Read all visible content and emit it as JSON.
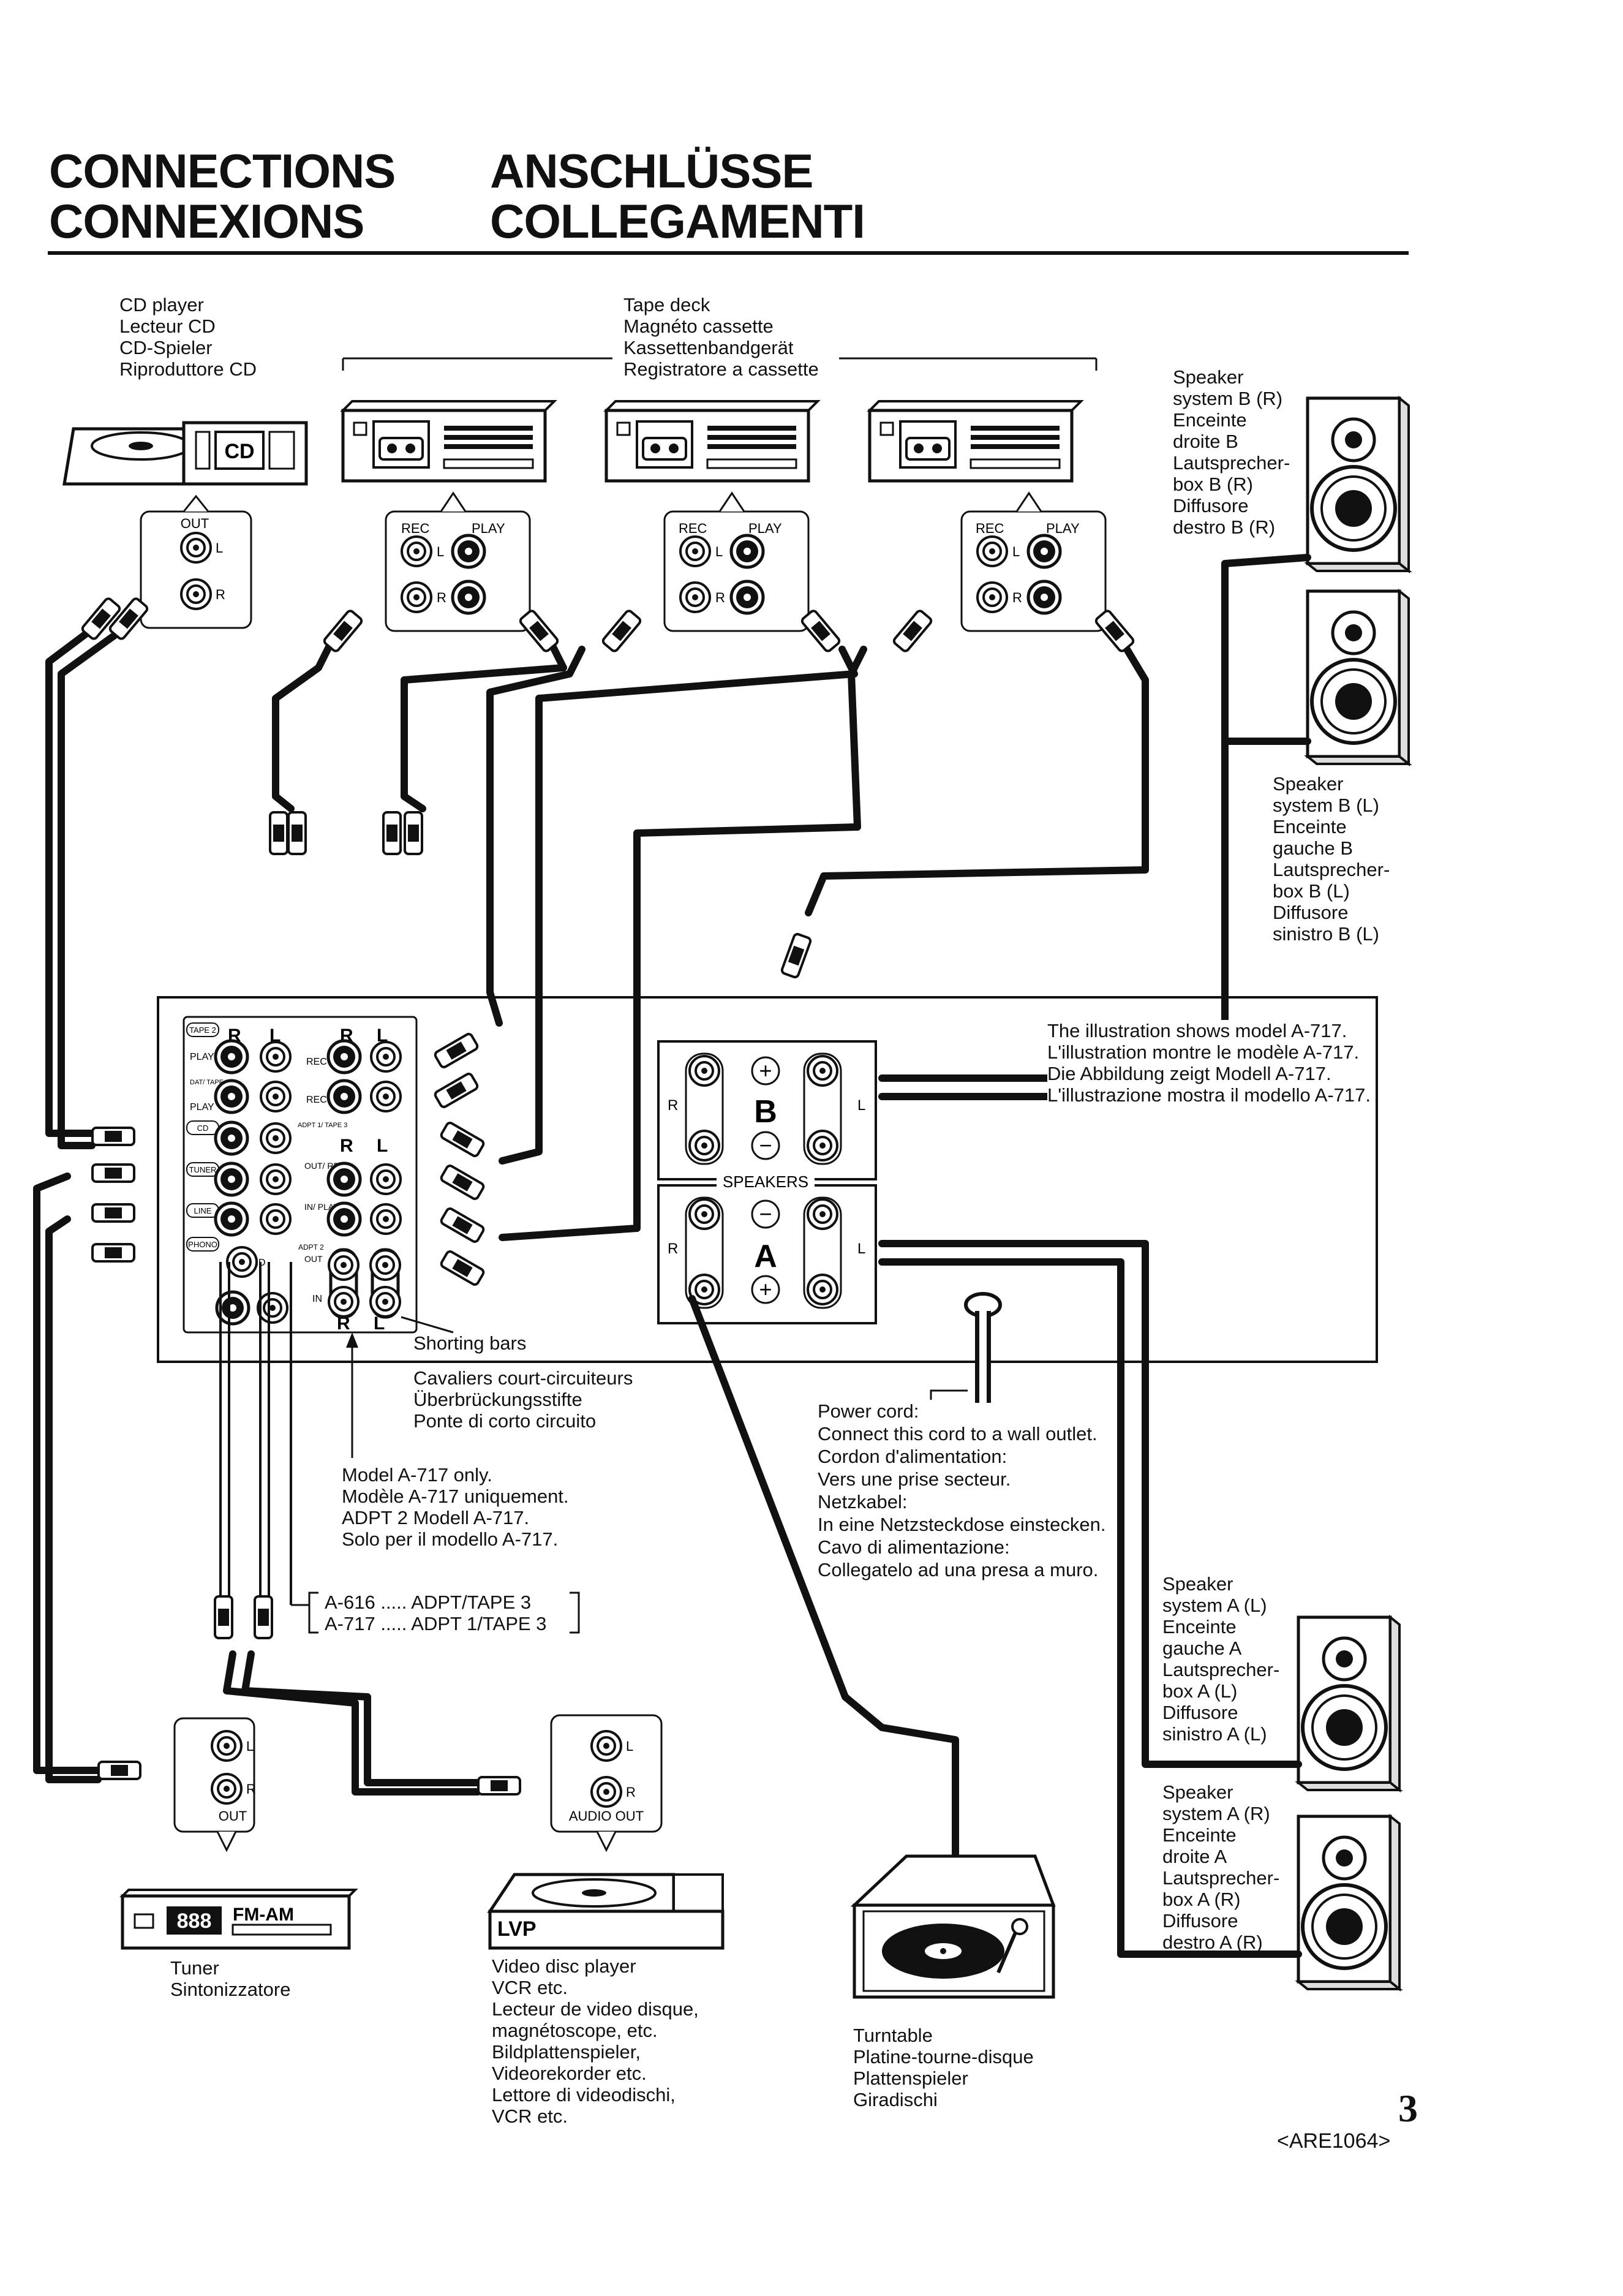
{
  "header": {
    "title_en": "CONNECTIONS",
    "title_fr": "CONNEXIONS",
    "title_de": "ANSCHLÜSSE",
    "title_it": "COLLEGAMENTI"
  },
  "cd_player": {
    "lines": [
      "CD player",
      "Lecteur CD",
      "CD-Spieler",
      "Riproduttore CD"
    ],
    "badge": "CD",
    "jack_out": "OUT",
    "jack_l": "L",
    "jack_r": "R"
  },
  "tape_deck": {
    "lines": [
      "Tape deck",
      "Magnéto cassette",
      "Kassettenbandgerät",
      "Registratore a cassette"
    ],
    "rec": "REC",
    "play": "PLAY",
    "l": "L",
    "r": "R"
  },
  "speaker_b_r": {
    "lines": [
      "Speaker",
      "system B (R)",
      "Enceinte",
      "droite B",
      "Lautsprecher-",
      "box B (R)",
      "Diffusore",
      "destro B (R)"
    ]
  },
  "speaker_b_l": {
    "lines": [
      "Speaker",
      "system B (L)",
      "Enceinte",
      "gauche B",
      "Lautsprecher-",
      "box B (L)",
      "Diffusore",
      "sinistro B (L)"
    ]
  },
  "speaker_a_l": {
    "lines": [
      "Speaker",
      "system A (L)",
      "Enceinte",
      "gauche A",
      "Lautsprecher-",
      "box A (L)",
      "Diffusore",
      "sinistro A (L)"
    ]
  },
  "speaker_a_r": {
    "lines": [
      "Speaker",
      "system A (R)",
      "Enceinte",
      "droite A",
      "Lautsprecher-",
      "box A (R)",
      "Diffusore",
      "destro A (R)"
    ]
  },
  "model_note": {
    "lines": [
      "The illustration shows model A-717.",
      "L'illustration montre le modèle A-717.",
      "Die Abbildung zeigt Modell A-717.",
      "L'illustrazione mostra il modello A-717."
    ]
  },
  "amp_panel": {
    "tape2": "TAPE 2",
    "play": "PLAY",
    "rec": "REC",
    "dat_tape1": "DAT/ TAPE 1",
    "cd": "CD",
    "tuner": "TUNER",
    "line": "LINE",
    "phono": "PHONO",
    "gnd": "GND",
    "adpt_tape": "ADPT 1/ TAPE 3",
    "out_rec": "OUT/ REC",
    "in_play": "IN/ PLAY",
    "adpt2": "ADPT 2",
    "out": "OUT",
    "in": "IN",
    "r": "R",
    "l": "L"
  },
  "speaker_terminals": {
    "b": "B",
    "a": "A",
    "speakers": "SPEAKERS",
    "r": "R",
    "l": "L",
    "plus": "+",
    "minus": "−"
  },
  "shorting_bars": {
    "lines": [
      "Shorting bars",
      "Cavaliers court-circuiteurs",
      "Überbrückungsstifte",
      "Ponte di corto circuito"
    ]
  },
  "power_cord": {
    "lines": [
      "Power cord:",
      "Connect this cord to a wall outlet.",
      "Cordon d'alimentation:",
      "Vers une prise secteur.",
      "Netzkabel:",
      "In eine Netzsteckdose einstecken.",
      "Cavo di alimentazione:",
      "Collegatelo ad una presa a muro."
    ]
  },
  "model_only": {
    "lines": [
      "Model A-717 only.",
      "Modèle A-717 uniquement.",
      "ADPT 2 Modell A-717.",
      "Solo per il modello A-717."
    ]
  },
  "adpt_table": {
    "line1": "A-616 ..... ADPT/TAPE 3",
    "line2": "A-717 ..... ADPT 1/TAPE 3"
  },
  "tuner": {
    "lines": [
      "Tuner",
      "Sintonizzatore"
    ],
    "display": "FM-AM",
    "digits": "888",
    "out": "OUT",
    "l": "L",
    "r": "R"
  },
  "video_disc": {
    "lines": [
      "Video disc player",
      "VCR etc.",
      "Lecteur de video disque,",
      "magnétoscope, etc.",
      "Bildplattenspieler,",
      "Videorekorder etc.",
      "Lettore di videodischi,",
      "VCR etc."
    ],
    "logo": "LVP",
    "out": "AUDIO OUT",
    "l": "L",
    "r": "R"
  },
  "turntable": {
    "lines": [
      "Turntable",
      "Platine-tourne-disque",
      "Plattenspieler",
      "Giradischi"
    ]
  },
  "footer": {
    "page": "3",
    "code": "<ARE1064>"
  }
}
